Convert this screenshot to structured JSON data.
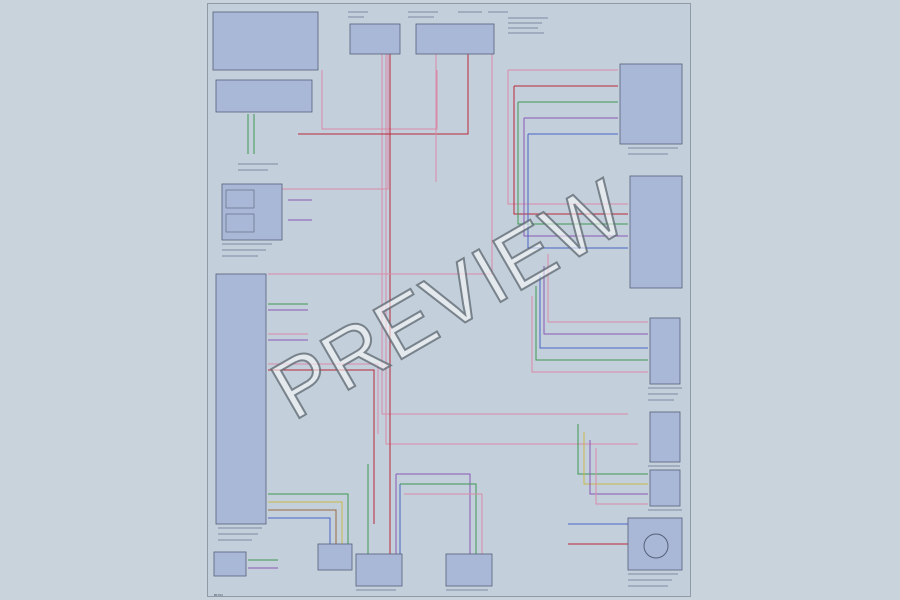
{
  "watermark": {
    "text": "PREVIEW"
  },
  "sheet": {
    "page_id": "B1764"
  },
  "colors": {
    "module": "#a9b8d6",
    "wire_pink": "#d98aa8",
    "wire_red": "#b8283a",
    "wire_green": "#3f9a52",
    "wire_blue": "#4a64c8",
    "wire_violet": "#8a5ab8",
    "wire_yellow": "#c8b84a",
    "wire_brown": "#9a6a40"
  },
  "modules": [
    {
      "id": "top-left-fuse",
      "label": ""
    },
    {
      "id": "top-center-connector",
      "label": ""
    },
    {
      "id": "top-right-connector",
      "label": ""
    },
    {
      "id": "left-control-unit",
      "label": ""
    },
    {
      "id": "left-sensor-module",
      "label": ""
    },
    {
      "id": "main-control-module",
      "label": ""
    },
    {
      "id": "right-gauge-top",
      "label": ""
    },
    {
      "id": "right-gateway",
      "label": ""
    },
    {
      "id": "right-mid-module",
      "label": ""
    },
    {
      "id": "right-lower-sensor",
      "label": ""
    },
    {
      "id": "right-small-sensor",
      "label": ""
    },
    {
      "id": "right-bottom-motor",
      "label": ""
    },
    {
      "id": "bottom-sensor-a",
      "label": ""
    },
    {
      "id": "bottom-sensor-b",
      "label": ""
    },
    {
      "id": "bottom-sensor-c",
      "label": ""
    },
    {
      "id": "bottom-left-ground",
      "label": ""
    }
  ]
}
